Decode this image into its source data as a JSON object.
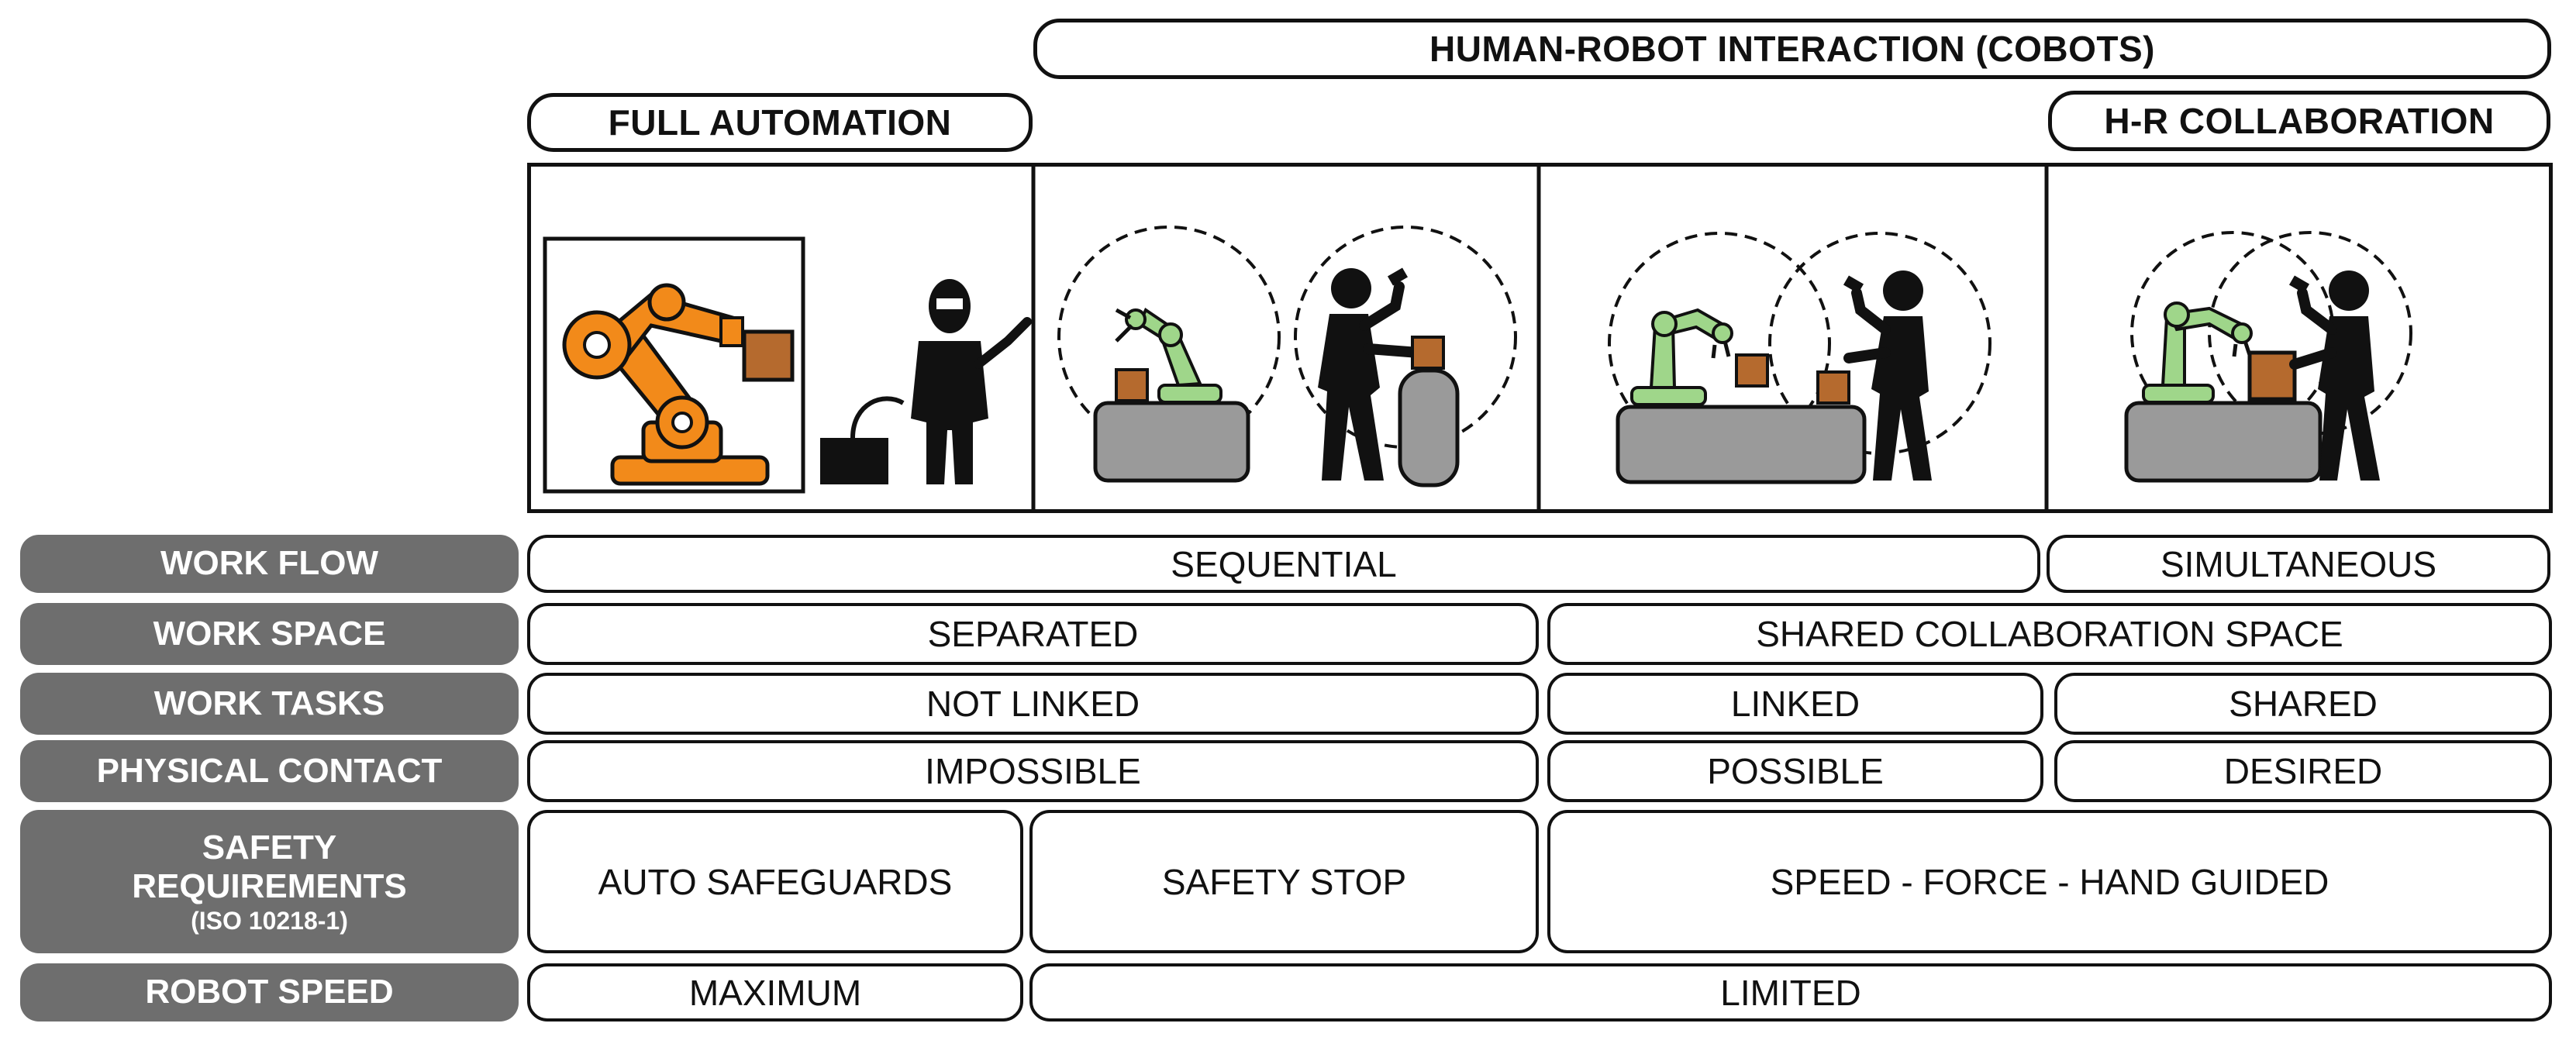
{
  "headers": {
    "cobots": "HUMAN-ROBOT INTERACTION (COBOTS)",
    "full_automation": "FULL AUTOMATION",
    "hr_collaboration": "H-R COLLABORATION"
  },
  "rows": {
    "work_flow": {
      "label": "WORK FLOW",
      "sequential": "SEQUENTIAL",
      "simultaneous": "SIMULTANEOUS"
    },
    "work_space": {
      "label": "WORK SPACE",
      "separated": "SEPARATED",
      "shared": "SHARED COLLABORATION SPACE"
    },
    "work_tasks": {
      "label": "WORK TASKS",
      "not_linked": "NOT LINKED",
      "linked": "LINKED",
      "shared": "SHARED"
    },
    "physical_contact": {
      "label": "PHYSICAL CONTACT",
      "impossible": "IMPOSSIBLE",
      "possible": "POSSIBLE",
      "desired": "DESIRED"
    },
    "safety": {
      "label_line1": "SAFETY",
      "label_line2": "REQUIREMENTS",
      "label_line3": "(ISO 10218-1)",
      "auto": "AUTO SAFEGUARDS",
      "stop": "SAFETY STOP",
      "speed": "SPEED - FORCE - HAND GUIDED"
    },
    "robot_speed": {
      "label": "ROBOT SPEED",
      "maximum": "MAXIMUM",
      "limited": "LIMITED"
    }
  },
  "icons": {
    "panel1": [
      "industrial-robot-arm-icon",
      "welder-icon",
      "box-icon"
    ],
    "panel2": [
      "cobot-arm-icon",
      "worker-icon",
      "workbench-icon"
    ],
    "panel3": [
      "cobot-arm-icon",
      "worker-icon",
      "workbench-icon"
    ],
    "panel4": [
      "cobot-arm-icon",
      "worker-icon",
      "workbench-icon"
    ]
  },
  "colors": {
    "robot_orange": "#f28a1a",
    "cobot_green": "#9fd68a",
    "box_brown": "#b56a2e",
    "label_gray": "#6e6e6e",
    "bench_gray": "#9a9a9a"
  }
}
